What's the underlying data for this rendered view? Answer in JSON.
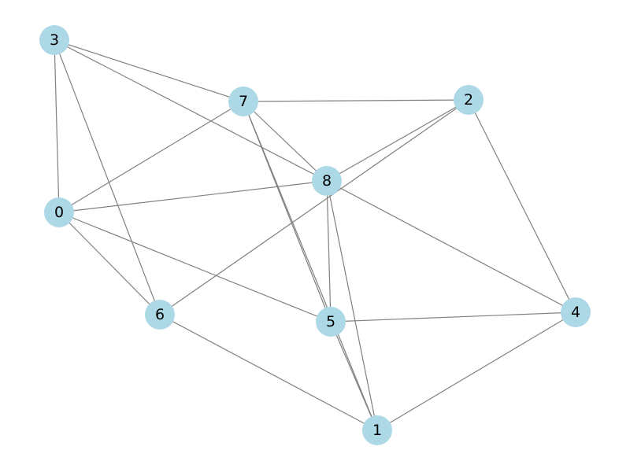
{
  "graph": {
    "node_color": "#add8e6",
    "edge_color": "#808080",
    "label_color": "#000000",
    "nodes": [
      "0",
      "1",
      "2",
      "3",
      "4",
      "5",
      "6",
      "7",
      "8"
    ],
    "edges": [
      [
        "3",
        "0"
      ],
      [
        "3",
        "7"
      ],
      [
        "3",
        "8"
      ],
      [
        "3",
        "6"
      ],
      [
        "7",
        "2"
      ],
      [
        "7",
        "8"
      ],
      [
        "7",
        "5"
      ],
      [
        "7",
        "0"
      ],
      [
        "7",
        "1"
      ],
      [
        "2",
        "8"
      ],
      [
        "2",
        "6"
      ],
      [
        "2",
        "4"
      ],
      [
        "0",
        "8"
      ],
      [
        "0",
        "6"
      ],
      [
        "0",
        "5"
      ],
      [
        "8",
        "5"
      ],
      [
        "8",
        "1"
      ],
      [
        "8",
        "4"
      ],
      [
        "5",
        "4"
      ],
      [
        "5",
        "1"
      ],
      [
        "6",
        "1"
      ],
      [
        "4",
        "1"
      ]
    ]
  }
}
